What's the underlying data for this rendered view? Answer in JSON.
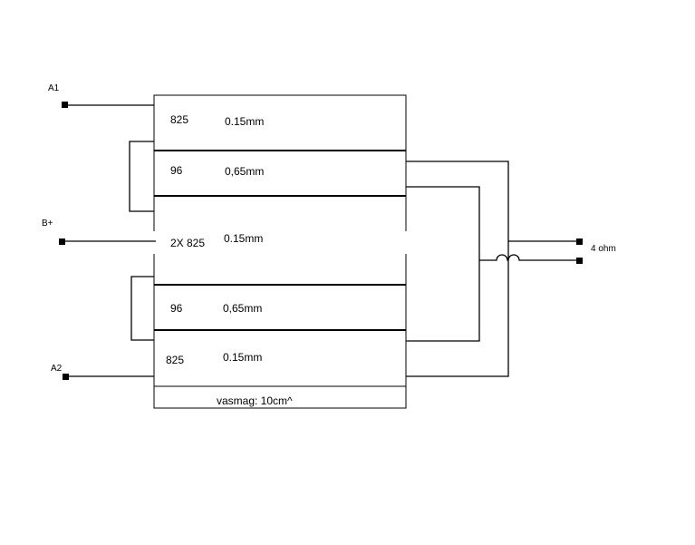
{
  "terminals": {
    "a1": "A1",
    "b_plus": "B+",
    "a2": "A2",
    "output": "4 ohm"
  },
  "windings": [
    {
      "turns": "825",
      "wire": "0.15mm"
    },
    {
      "turns": "96",
      "wire": "0,65mm"
    },
    {
      "turns": "2X 825",
      "wire": "0.15mm"
    },
    {
      "turns": "96",
      "wire": "0,65mm"
    },
    {
      "turns": "825",
      "wire": "0.15mm"
    }
  ],
  "core_note": "vasmag: 10cm^",
  "colors": {
    "line": "#000000",
    "background": "#ffffff"
  }
}
